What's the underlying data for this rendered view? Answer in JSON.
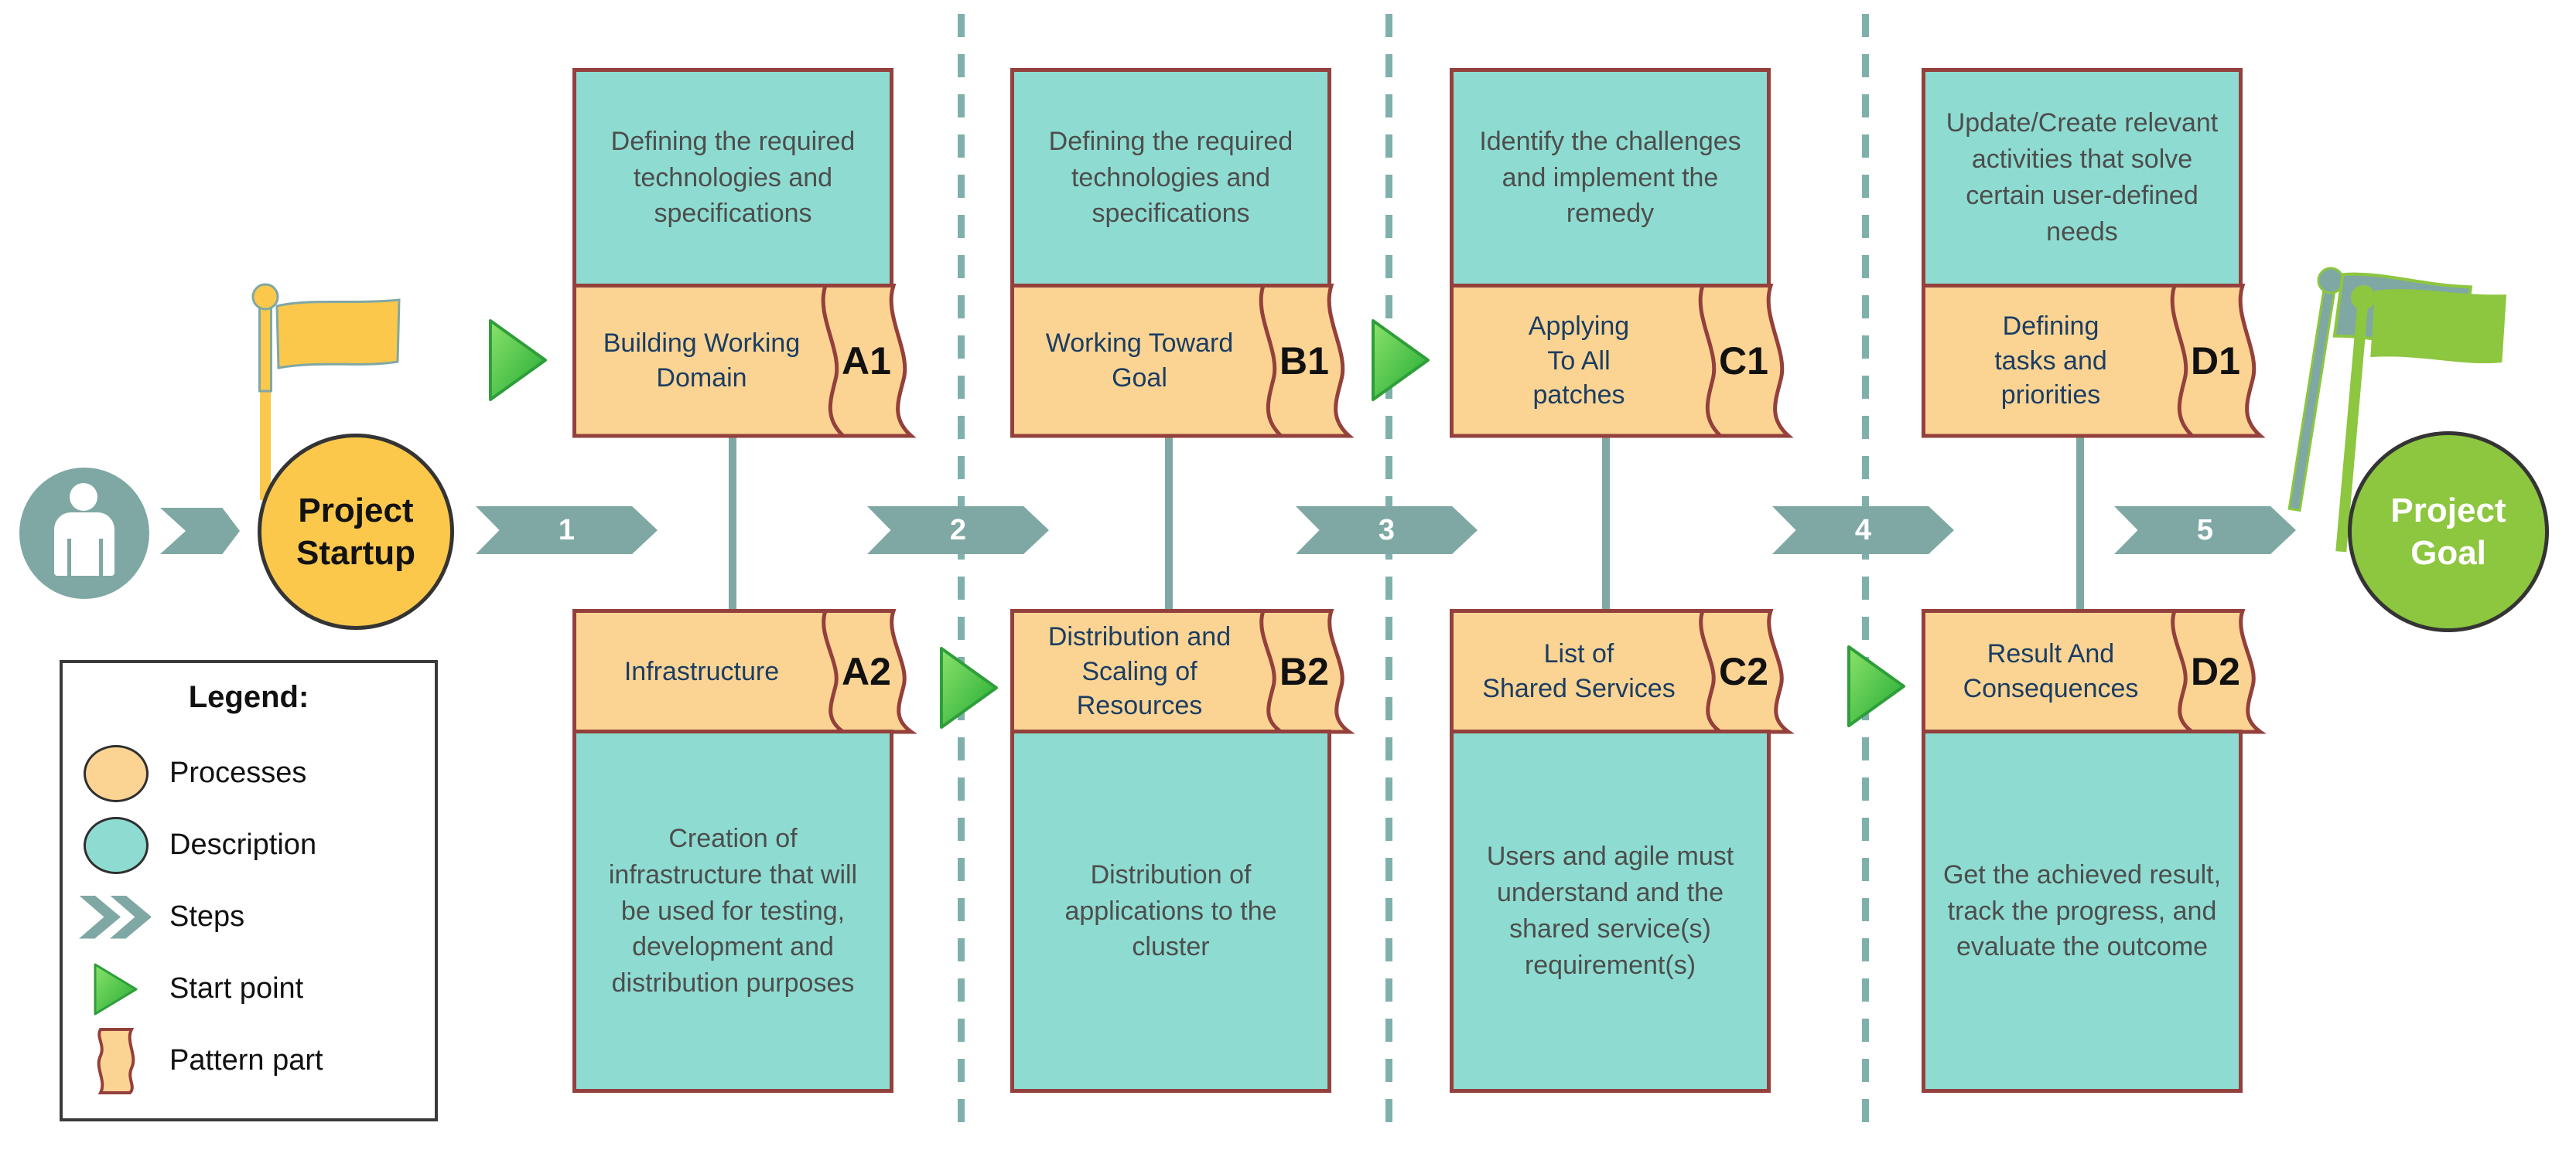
{
  "start": {
    "label": "Project\nStartup"
  },
  "goal": {
    "label": "Project\nGoal"
  },
  "steps": [
    {
      "label": "1"
    },
    {
      "label": "2"
    },
    {
      "label": "3"
    },
    {
      "label": "4"
    },
    {
      "label": "5"
    }
  ],
  "columns": [
    {
      "top": {
        "description": "Defining the required technologies and specifications",
        "process": "Building Working\nDomain",
        "tag": "A1"
      },
      "bottom": {
        "process": "Infrastructure",
        "tag": "A2",
        "description": "Creation of infrastructure that will be used for testing, development and distribution purposes"
      }
    },
    {
      "top": {
        "description": "Defining the required technologies and specifications",
        "process": "Working Toward\nGoal",
        "tag": "B1"
      },
      "bottom": {
        "process": "Distribution and\nScaling of\nResources",
        "tag": "B2",
        "description": "Distribution of applications to the cluster"
      }
    },
    {
      "top": {
        "description": "Identify the challenges and implement the remedy",
        "process": "Applying\nTo All\npatches",
        "tag": "C1"
      },
      "bottom": {
        "process": "List of\nShared Services",
        "tag": "C2",
        "description": "Users and agile must understand and the shared service(s) requirement(s)"
      }
    },
    {
      "top": {
        "description": "Update/Create relevant activities that solve certain user-defined needs",
        "process": "Defining\ntasks and\npriorities",
        "tag": "D1"
      },
      "bottom": {
        "process": "Result And\nConsequences",
        "tag": "D2",
        "description": "Get the achieved result, track the progress, and evaluate the outcome"
      }
    }
  ],
  "legend": {
    "title": "Legend:",
    "items": [
      {
        "label": "Processes",
        "swatch": "process-ellipse"
      },
      {
        "label": "Description",
        "swatch": "description-ellipse"
      },
      {
        "label": "Steps",
        "swatch": "steps-chevrons"
      },
      {
        "label": "Start point",
        "swatch": "start-point-triangle"
      },
      {
        "label": "Pattern part",
        "swatch": "pattern-part-ribbon"
      }
    ]
  },
  "colors": {
    "process_fill": "#FBD494",
    "description_fill": "#8EDCD1",
    "shape_border": "#94403C",
    "step_arrow_teal": "#7FA8A4",
    "dashed_divider_teal": "#7FB0AC",
    "startup_yellow": "#FBC84C",
    "goal_green": "#8DC63F",
    "start_point_green": "#2E9E3A",
    "process_text_navy": "#1B3D62",
    "description_text_gray": "#4D4D4D"
  }
}
